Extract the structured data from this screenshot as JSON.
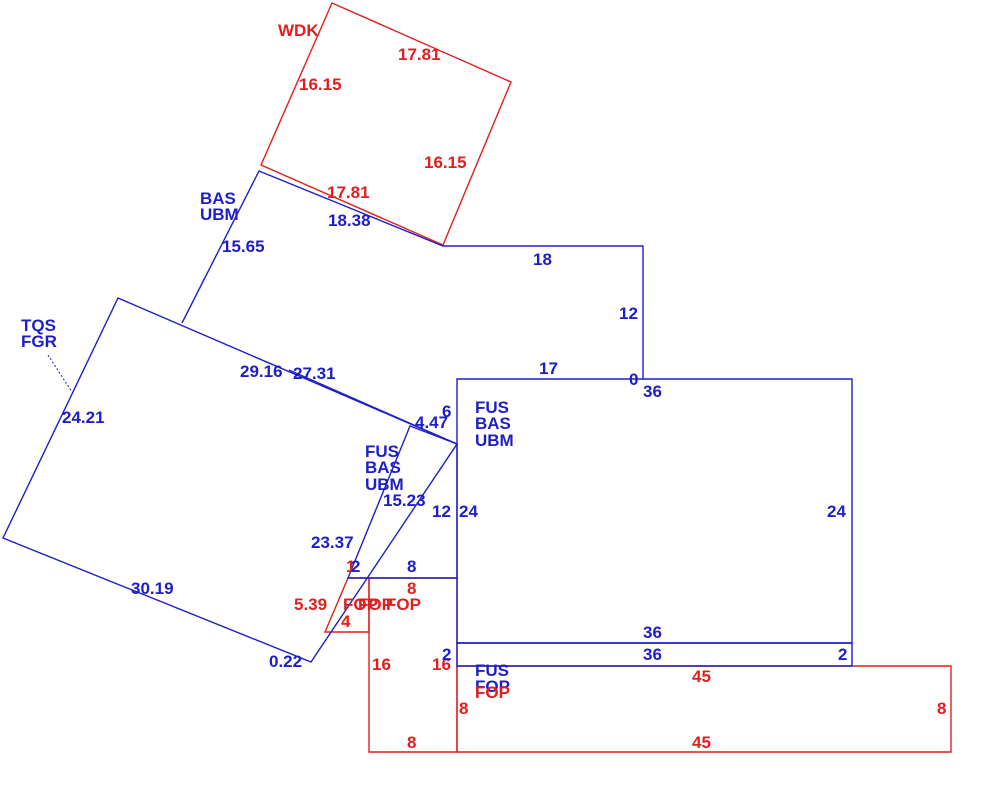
{
  "colors": {
    "blue": "#1e1ec8",
    "red": "#e01e1e"
  },
  "areas": {
    "wdk": {
      "code": "WDK"
    },
    "bas_upper": {
      "codes": [
        "BAS",
        "UBM"
      ]
    },
    "tqs": {
      "codes": [
        "TQS",
        "FGR"
      ]
    },
    "fus_main": {
      "codes": [
        "FUS",
        "BAS",
        "UBM"
      ]
    },
    "fus_mid": {
      "codes": [
        "FUS",
        "BAS",
        "UBM"
      ]
    },
    "fus_lower": {
      "codes": [
        "FUS",
        "FOP",
        "FOP"
      ]
    },
    "fop_small": {
      "codes": [
        "FOP",
        "FOP",
        "FOP"
      ]
    }
  },
  "dimensions": {
    "wdk_top": "17.81",
    "wdk_left": "16.15",
    "wdk_right": "16.15",
    "wdk_bottom": "17.81",
    "bas_top": "18.38",
    "bas_left": "15.65",
    "bas_right_top": "18",
    "bas_right_vertical": "12",
    "bas_step": "17",
    "bas_zero": "0",
    "tqs_side": "24.21",
    "tqs_top_a": "29.16",
    "tqs_top_b": "27.31",
    "tqs_bottom": "30.19",
    "tqs_tail": "0.22",
    "diag_short": "4.47",
    "diag_six": "6",
    "mid_diag": "15.23",
    "mid_left": "23.37",
    "mid_twelve": "12",
    "fus_top": "36",
    "fus_left": "24",
    "fus_right": "24",
    "fus_bottom": "36",
    "strip_bottom": "36",
    "strip_left": "2",
    "strip_right": "2",
    "fop_top": "8",
    "fop_top_red": "8",
    "fop_small_left": "5.39",
    "fop_small_bottom": "4",
    "fop_small_one": "1",
    "fop_small_two": "2",
    "fop_left": "16",
    "fop_right": "16",
    "fop_bottom": "8",
    "deck_top": "45",
    "deck_left": "8",
    "deck_right": "8",
    "deck_bottom": "45"
  }
}
